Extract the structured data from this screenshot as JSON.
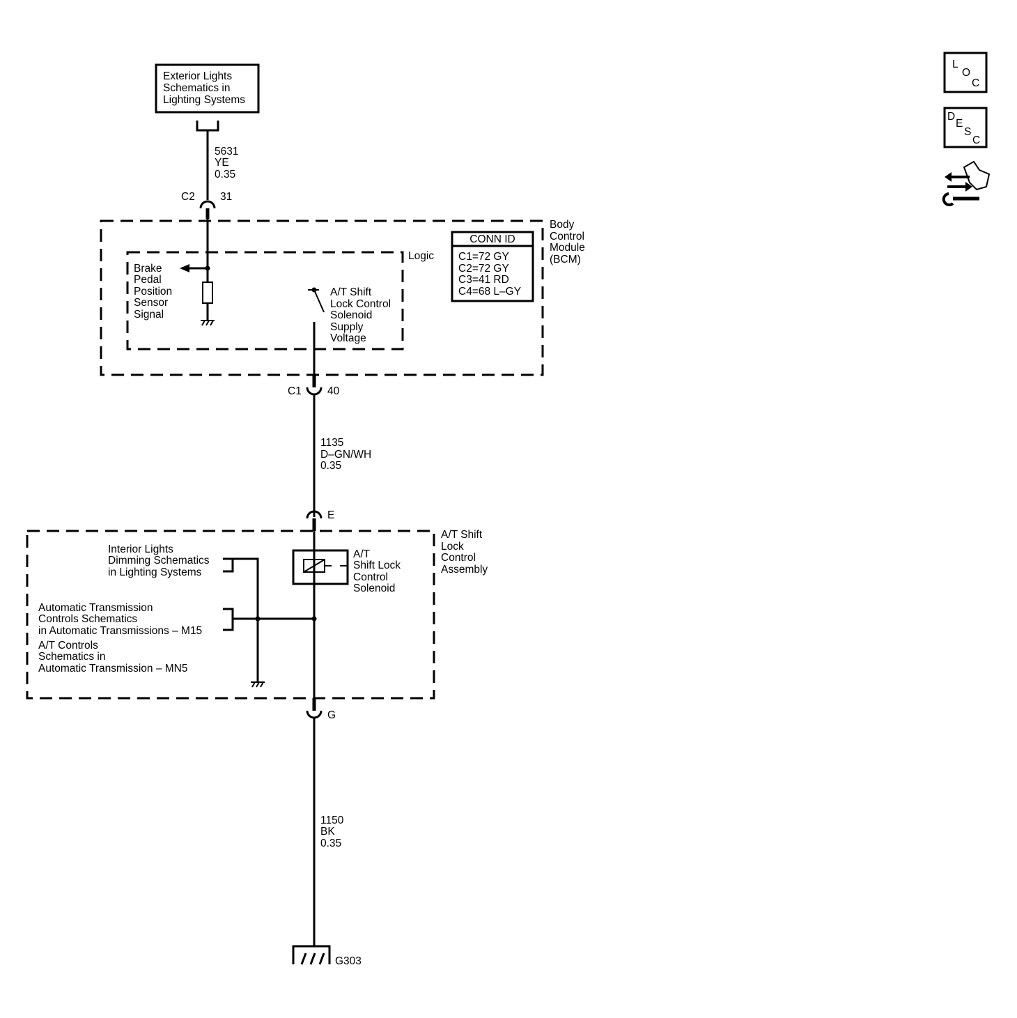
{
  "top_ref": {
    "lines": [
      "Exterior Lights",
      "Schematics in",
      "Lighting Systems"
    ]
  },
  "wire_5631": {
    "circuit": "5631",
    "color": "YE",
    "size": "0.35"
  },
  "conn_c2": {
    "name": "C2",
    "pin": "31"
  },
  "bcm": {
    "label_lines": [
      "Body",
      "Control",
      "Module",
      "(BCM)"
    ],
    "logic_label": "Logic",
    "brake_signal_lines": [
      "Brake",
      "Pedal",
      "Position",
      "Sensor",
      "Signal"
    ],
    "solenoid_supply_lines": [
      "A/T Shift",
      "Lock Control",
      "Solenoid",
      "Supply",
      "Voltage"
    ],
    "conn_id": {
      "title": "CONN ID",
      "rows": [
        "C1=72 GY",
        "C2=72 GY",
        "C3=41 RD",
        "C4=68 L–GY"
      ]
    }
  },
  "conn_c1": {
    "name": "C1",
    "pin": "40"
  },
  "wire_1135": {
    "circuit": "1135",
    "color": "D–GN/WH",
    "size": "0.35"
  },
  "conn_e": {
    "pin": "E"
  },
  "shift_lock_assembly": {
    "label_lines": [
      "A/T Shift",
      "Lock",
      "Control",
      "Assembly"
    ],
    "solenoid_lines": [
      "A/T",
      "Shift Lock",
      "Control",
      "Solenoid"
    ],
    "interior_ref_lines": [
      "Interior Lights",
      "Dimming Schematics",
      "in Lighting Systems"
    ],
    "trans_ref_lines": [
      "Automatic Transmission",
      "Controls Schematics",
      "in Automatic Transmissions – M15"
    ],
    "trans_ref2_lines": [
      "A/T Controls",
      "Schematics in",
      "Automatic Transmission – MN5"
    ]
  },
  "conn_g": {
    "pin": "G"
  },
  "wire_1150": {
    "circuit": "1150",
    "color": "BK",
    "size": "0.35"
  },
  "ground": {
    "name": "G303"
  },
  "nav": {
    "loc": [
      "L",
      "O",
      "C"
    ],
    "desc": [
      "D",
      "E",
      "S",
      "C"
    ]
  }
}
